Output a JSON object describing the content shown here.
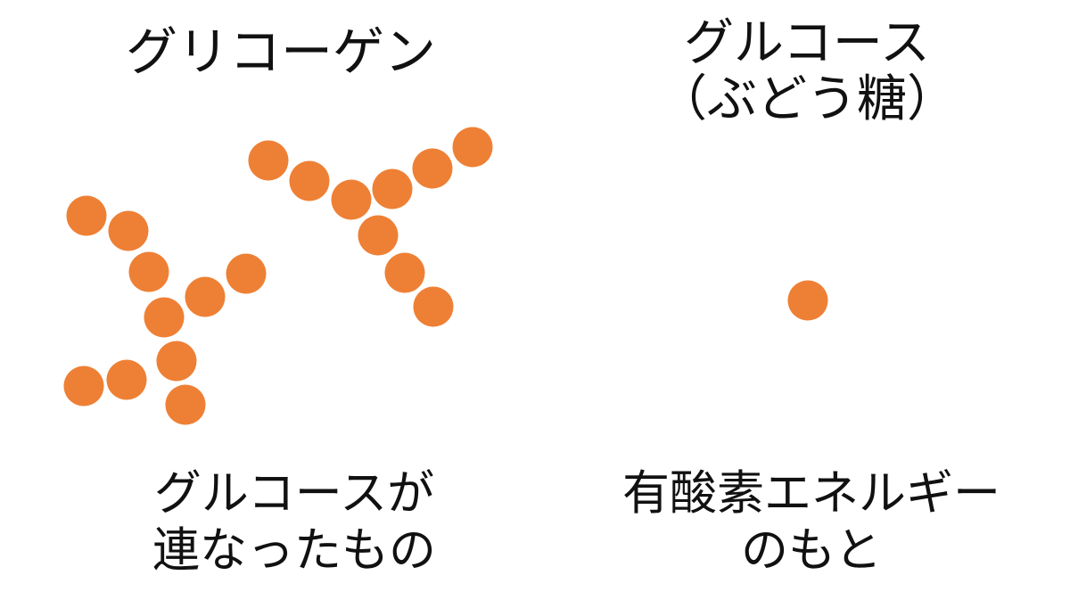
{
  "glycogen": {
    "title": "グリコーゲン",
    "caption_line1": "グルコースが",
    "caption_line2": "連なったもの"
  },
  "glucose": {
    "title_line1": "グルコース",
    "title_line2": "（ぶどう糖）",
    "caption_line1": "有酸素エネルギー",
    "caption_line2": "のもと"
  },
  "colors": {
    "molecule": "#EE8035"
  }
}
